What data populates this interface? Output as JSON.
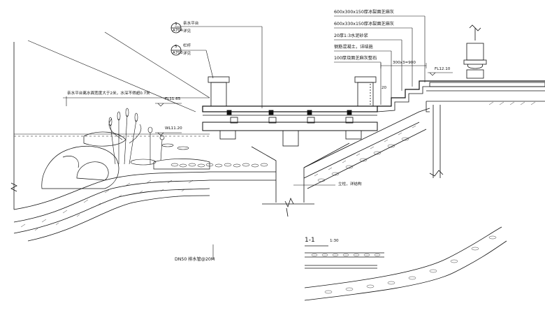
{
  "spec_notes": {
    "line1": "600x300x150厚冰裂面芝麻灰",
    "line2": "600x330x150厚冰裂面芝麻灰",
    "line3": "20厚1:3水泥砂浆",
    "line4": "钢筋混凝土，详结施",
    "line5": "100厚烧面芝麻灰整石"
  },
  "callouts": {
    "c1_num": "3",
    "c1_ref": "A704",
    "c1_text": "亲水平台",
    "c1_see": "详见",
    "c2_num": "5",
    "c2_ref": "A703",
    "c2_text": "栏杆",
    "c2_see": "详见"
  },
  "labels": {
    "water_note": "亲水平台离水面宽度大于2米，水深不得超0.7米",
    "fl_left": "FL11.65",
    "wl": "WL11.20",
    "fl_right": "FL12.10",
    "step_dim": "300x3=900",
    "step_h": "20",
    "column_note": "立柱，详结构",
    "drain": "DN50 排水管@20M",
    "section_id": "1-1",
    "section_scale": "1:30"
  }
}
